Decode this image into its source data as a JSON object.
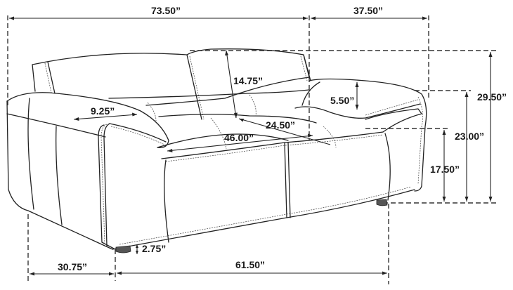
{
  "diagram": {
    "subject": "Sofa dimension drawing",
    "dimensions": {
      "overall_width": "73.50”",
      "overall_depth": "37.50”",
      "overall_height": "29.50”",
      "arm_height": "23.00”",
      "seat_height": "17.50”",
      "back_cushion_height": "14.75”",
      "arm_to_seat": "5.50”",
      "arm_width": "9.25”",
      "seat_width": "46.00”",
      "seat_depth": "24.50”",
      "leg_height": "2.75”",
      "side_depth": "30.75”",
      "front_width": "61.50”"
    },
    "colors": {
      "line": "#222222",
      "foot": "#555555",
      "background": "#ffffff"
    }
  }
}
